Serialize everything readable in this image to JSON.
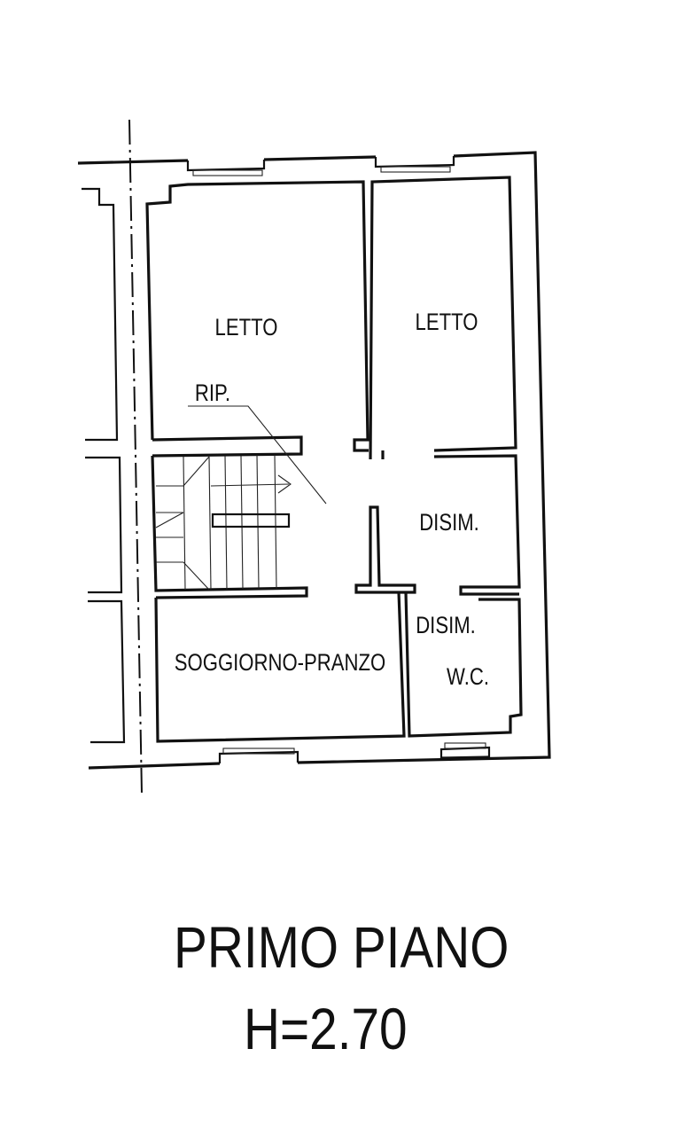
{
  "plan": {
    "rooms": [
      {
        "id": "letto-1",
        "label": "LETTO"
      },
      {
        "id": "letto-2",
        "label": "LETTO"
      },
      {
        "id": "ripostiglio",
        "label": "RIP."
      },
      {
        "id": "disimpegno-1",
        "label": "DISIM."
      },
      {
        "id": "disimpegno-2",
        "label": "DISIM."
      },
      {
        "id": "wc",
        "label": "W.C."
      },
      {
        "id": "soggiorno",
        "label": "SOGGIORNO-PRANZO"
      }
    ]
  },
  "caption": {
    "floor_name": "PRIMO PIANO",
    "ceiling_height": "H=2.70"
  }
}
